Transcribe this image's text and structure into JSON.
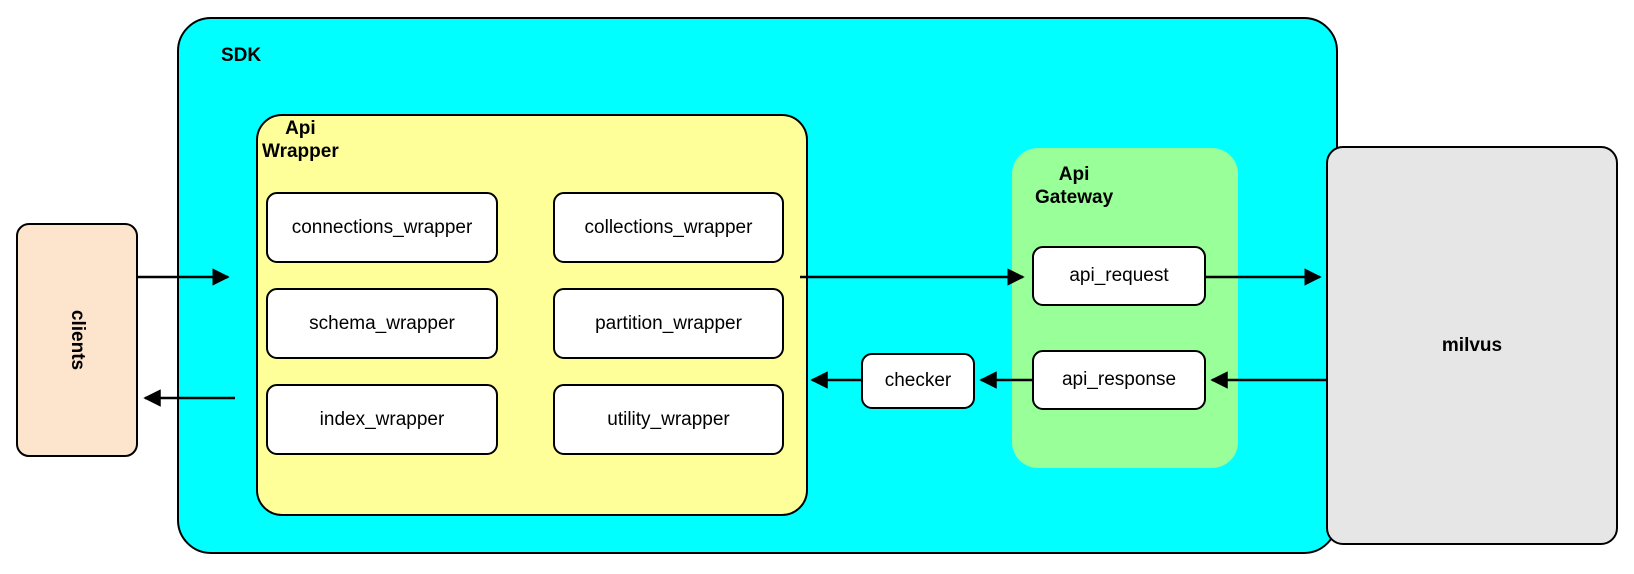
{
  "diagram": {
    "title_groups": {
      "sdk": "SDK",
      "api_wrapper": "Api\nWrapper",
      "api_gateway": "Api\nGateway"
    },
    "external": {
      "clients": "clients",
      "milvus": "milvus"
    },
    "api_wrapper_modules": [
      {
        "id": "connections_wrapper",
        "label": "connections_wrapper"
      },
      {
        "id": "collections_wrapper",
        "label": "collections_wrapper"
      },
      {
        "id": "schema_wrapper",
        "label": "schema_wrapper"
      },
      {
        "id": "partition_wrapper",
        "label": "partition_wrapper"
      },
      {
        "id": "index_wrapper",
        "label": "index_wrapper"
      },
      {
        "id": "utility_wrapper",
        "label": "utility_wrapper"
      }
    ],
    "api_gateway_modules": [
      {
        "id": "api_request",
        "label": "api_request"
      },
      {
        "id": "api_response",
        "label": "api_response"
      }
    ],
    "middle_modules": [
      {
        "id": "checker",
        "label": "checker"
      }
    ],
    "colors": {
      "sdk_fill": "#00ffff",
      "api_wrapper_fill": "#ffff99",
      "api_gateway_fill": "#99ff99",
      "clients_fill": "#fce4cd",
      "milvus_fill": "#e6e6e6",
      "leaf_fill": "#ffffff",
      "stroke": "#000000",
      "page_background": "#ffffff"
    },
    "flows": [
      {
        "id": "clients-to-api-wrapper",
        "from": "clients",
        "to": "api_wrapper",
        "direction": "right"
      },
      {
        "id": "api-wrapper-to-api-request",
        "from": "api_wrapper",
        "to": "api_request",
        "direction": "right"
      },
      {
        "id": "api-request-to-milvus",
        "from": "api_request",
        "to": "milvus",
        "direction": "right"
      },
      {
        "id": "milvus-to-api-response",
        "from": "milvus",
        "to": "api_response",
        "direction": "left"
      },
      {
        "id": "api-response-to-checker",
        "from": "api_response",
        "to": "checker",
        "direction": "left"
      },
      {
        "id": "checker-to-api-wrapper",
        "from": "checker",
        "to": "api_wrapper",
        "direction": "left"
      },
      {
        "id": "sdk-to-clients",
        "from": "sdk",
        "to": "clients",
        "direction": "left"
      }
    ]
  }
}
